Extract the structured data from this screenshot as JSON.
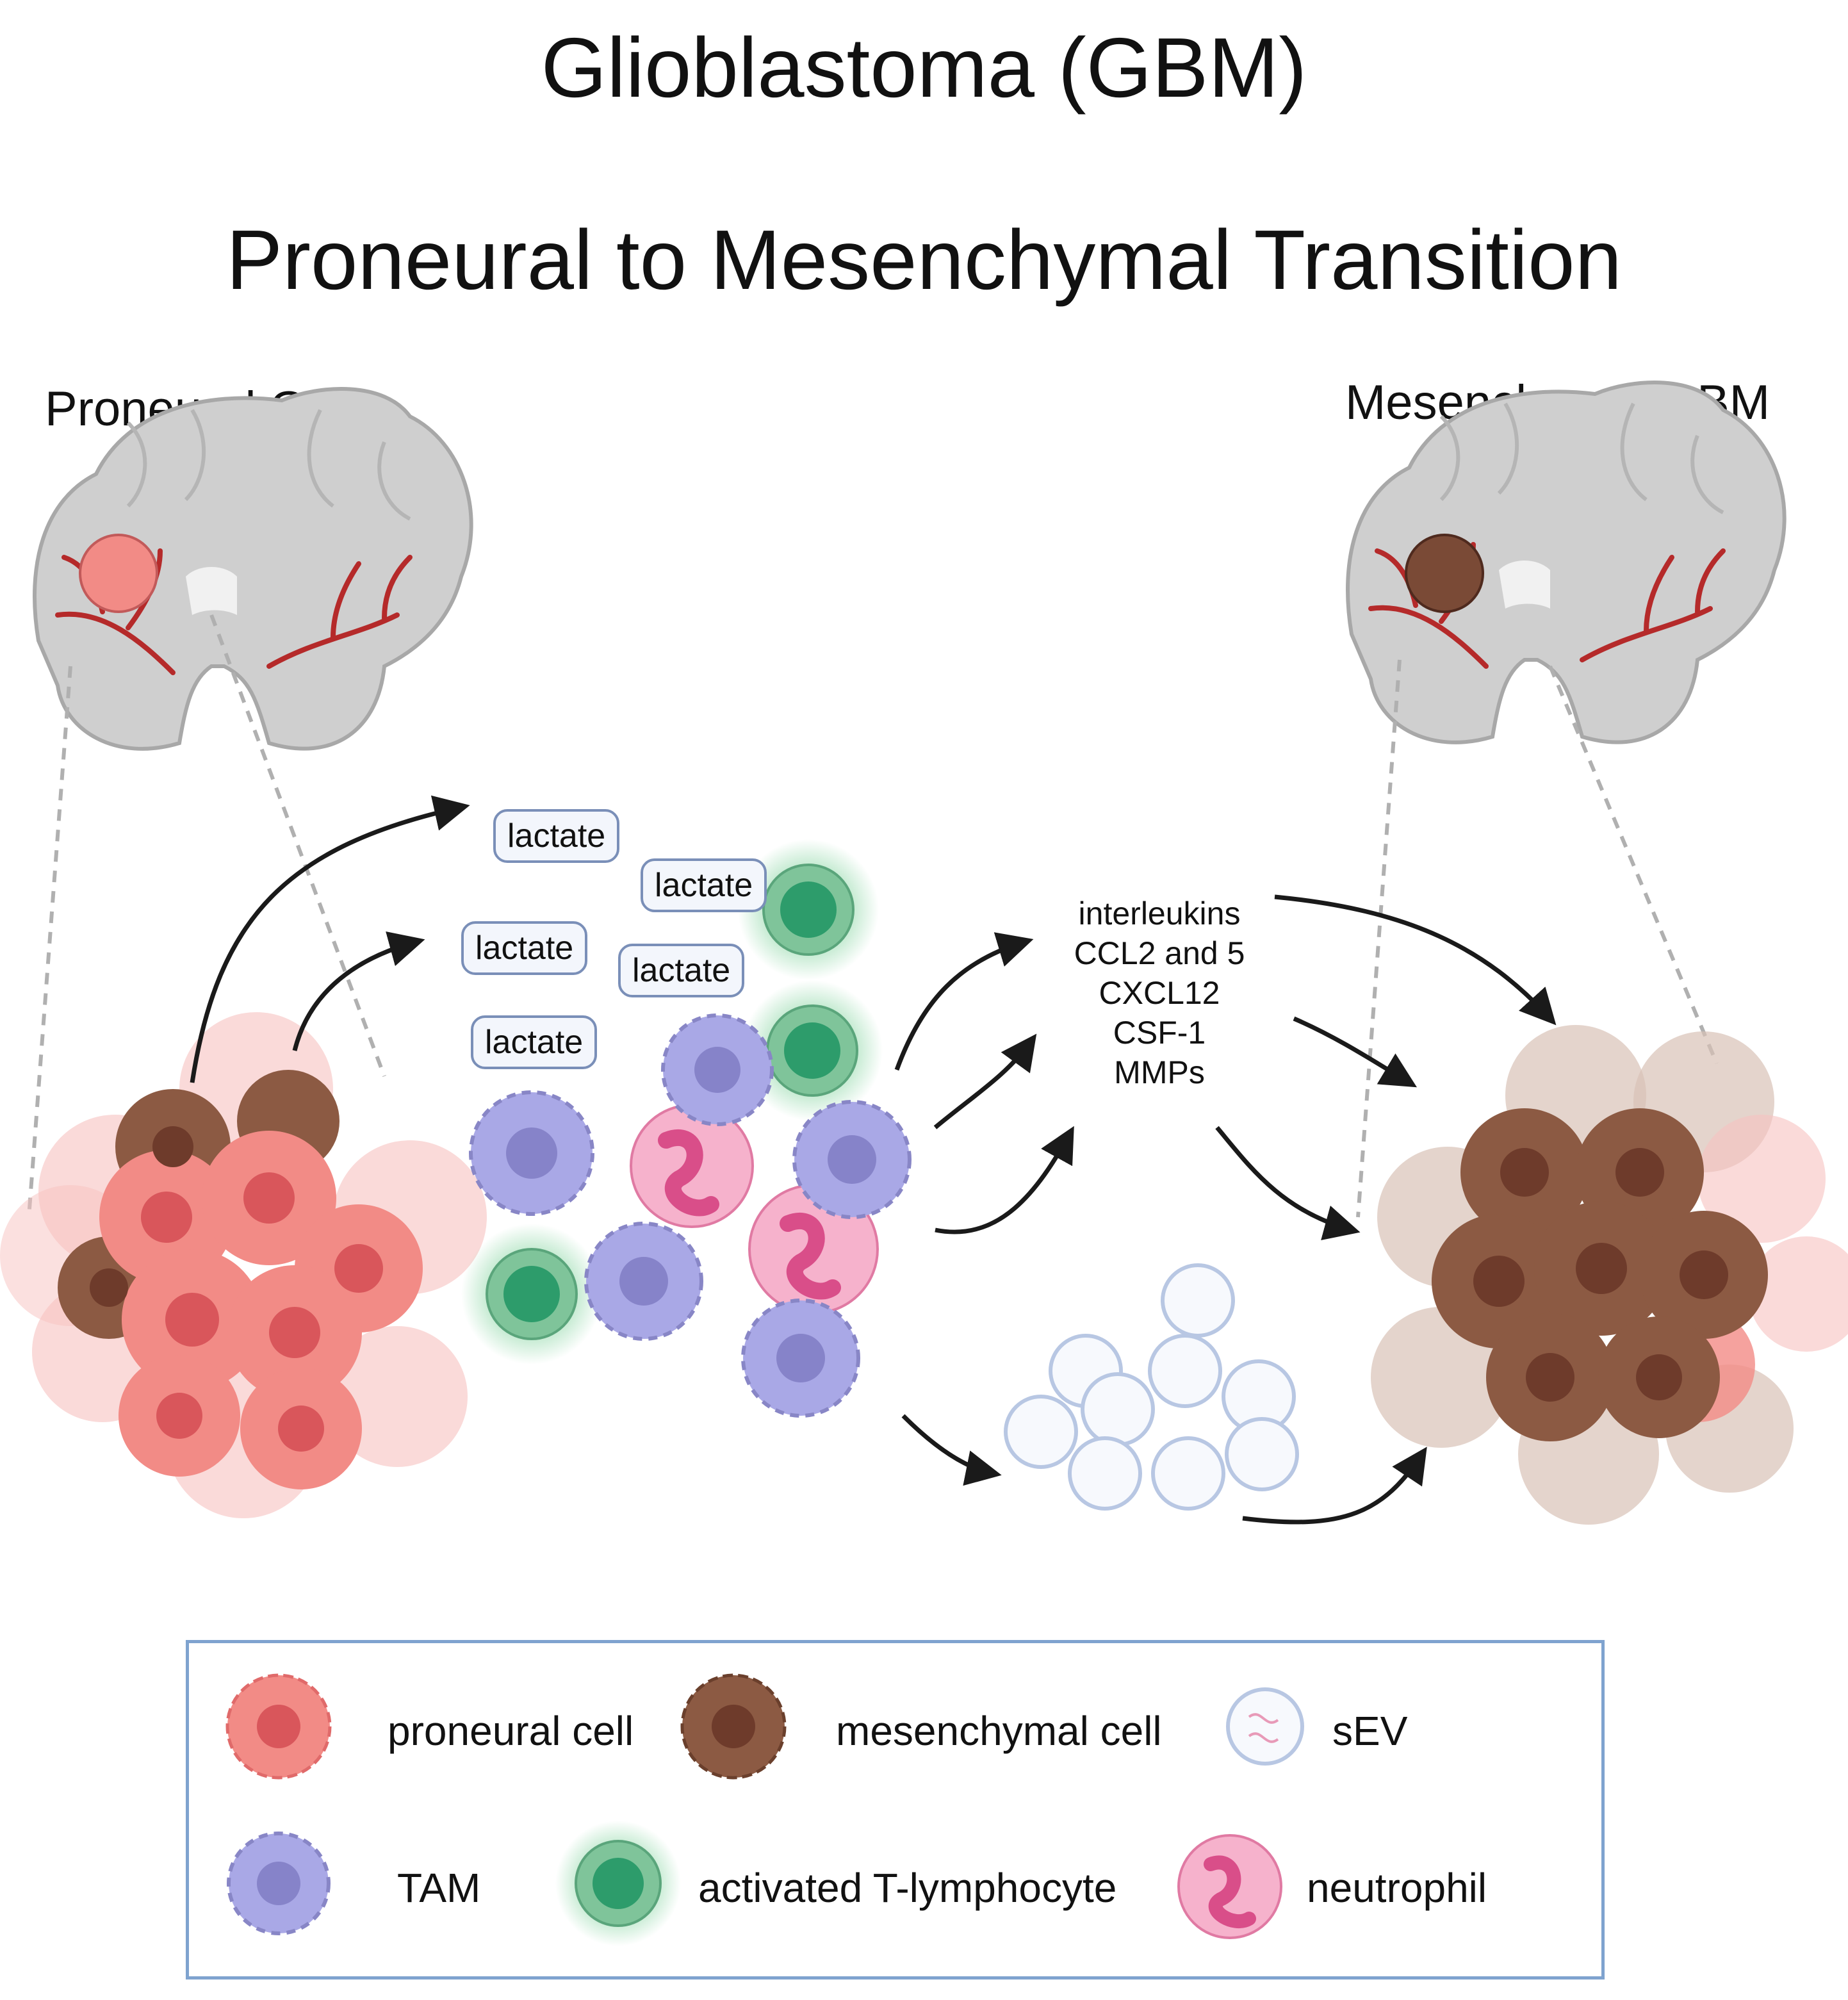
{
  "title": "Glioblastoma (GBM)",
  "subtitle": "Proneural to Mesenchymal Transition",
  "left_label": "Proneural GBM",
  "right_label": "Mesenchymal GBM",
  "lactate_labels": [
    "lactate",
    "lactate",
    "lactate",
    "lactate",
    "lactate"
  ],
  "cytokines": [
    "interleukins",
    "CCL2 and 5",
    "CXCL12",
    "CSF-1",
    "MMPs"
  ],
  "legend": {
    "proneural": "proneural cell",
    "mesenchymal": "mesenchymal cell",
    "sev": "sEV",
    "tam": "TAM",
    "tcell": "activated T-lymphocyte",
    "neutrophil": "neutrophil"
  },
  "colors": {
    "proneural": "#f28b86",
    "proneural_nucleus": "#d9565b",
    "mesenchymal": "#8c5a43",
    "mesenchymal_nucleus": "#6e3b2b",
    "tam": "#a9a8e6",
    "tam_nucleus": "#8683c9",
    "tcell": "#7fc49a",
    "tcell_nucleus": "#2d9c6b",
    "neutrophil": "#f6b2cc",
    "sev": "#c7d4ea",
    "vessel": "#b52a2a",
    "brain": "#cfcfcf"
  }
}
